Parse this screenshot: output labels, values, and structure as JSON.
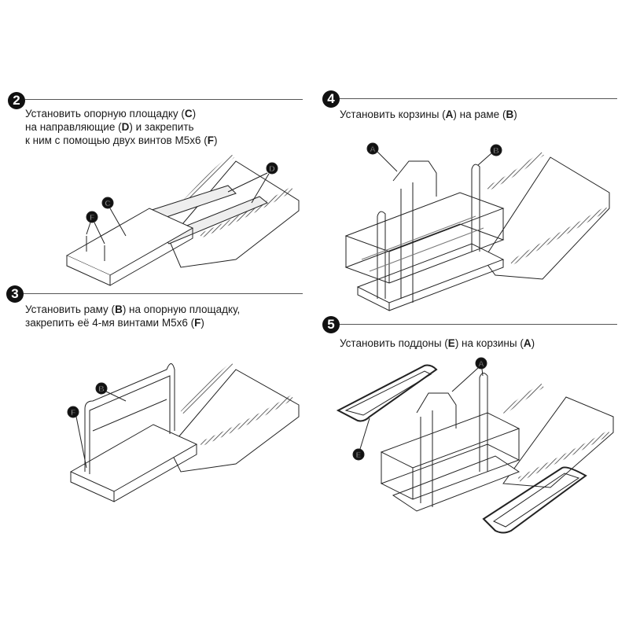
{
  "steps": [
    {
      "number": "2",
      "lines": [
        [
          {
            "t": "Установить опорную площадку ("
          },
          {
            "t": "C",
            "b": true
          },
          {
            "t": ")"
          }
        ],
        [
          {
            "t": "на направляющие ("
          },
          {
            "t": "D",
            "b": true
          },
          {
            "t": ") и закрепить"
          }
        ],
        [
          {
            "t": "к ним с помощью двух винтов М5х6 ("
          },
          {
            "t": "F",
            "b": true
          },
          {
            "t": ")"
          }
        ]
      ]
    },
    {
      "number": "3",
      "lines": [
        [
          {
            "t": "Установить раму ("
          },
          {
            "t": "B",
            "b": true
          },
          {
            "t": ") на опорную площадку,"
          }
        ],
        [
          {
            "t": "закрепить её 4-мя винтами М5х6 ("
          },
          {
            "t": "F",
            "b": true
          },
          {
            "t": ")"
          }
        ]
      ]
    },
    {
      "number": "4",
      "lines": [
        [
          {
            "t": "Установить корзины ("
          },
          {
            "t": "A",
            "b": true
          },
          {
            "t": ") на раме ("
          },
          {
            "t": "B",
            "b": true
          },
          {
            "t": ")"
          }
        ]
      ]
    },
    {
      "number": "5",
      "lines": [
        [
          {
            "t": "Установить поддоны ("
          },
          {
            "t": "E",
            "b": true
          },
          {
            "t": ") на корзины ("
          },
          {
            "t": "A",
            "b": true
          },
          {
            "t": ")"
          }
        ]
      ]
    }
  ],
  "callouts": {
    "a": "A",
    "b": "B",
    "c": "C",
    "d": "D",
    "e": "E",
    "f": "F"
  }
}
